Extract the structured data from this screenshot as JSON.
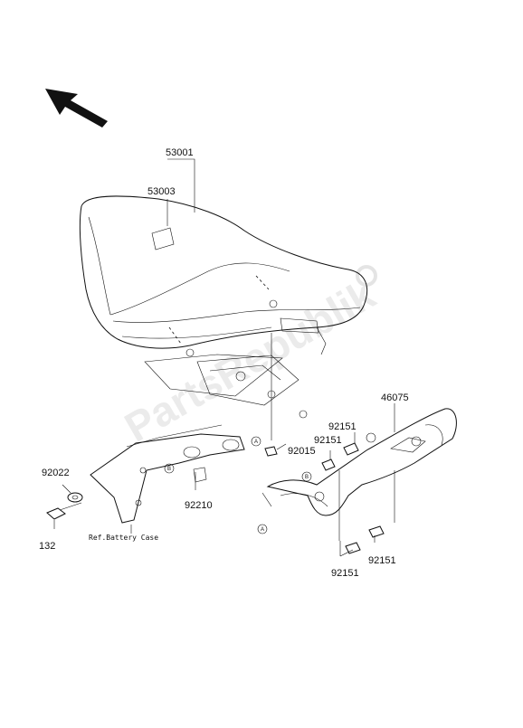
{
  "parts": {
    "seat": "53001",
    "seat_detail": "53003",
    "grab_rail": "46075",
    "bolt_right_top": "92151",
    "bolt_mid": "92151",
    "bolt_lower_a": "92151",
    "bolt_lower_b": "92151",
    "grommet": "92015",
    "spacer": "92210",
    "washer": "92022",
    "bolt_132": "132"
  },
  "reference_note": "Ref.Battery Case",
  "callouts": {
    "a": "A",
    "b": "B"
  },
  "watermark": "PartsRepublik"
}
